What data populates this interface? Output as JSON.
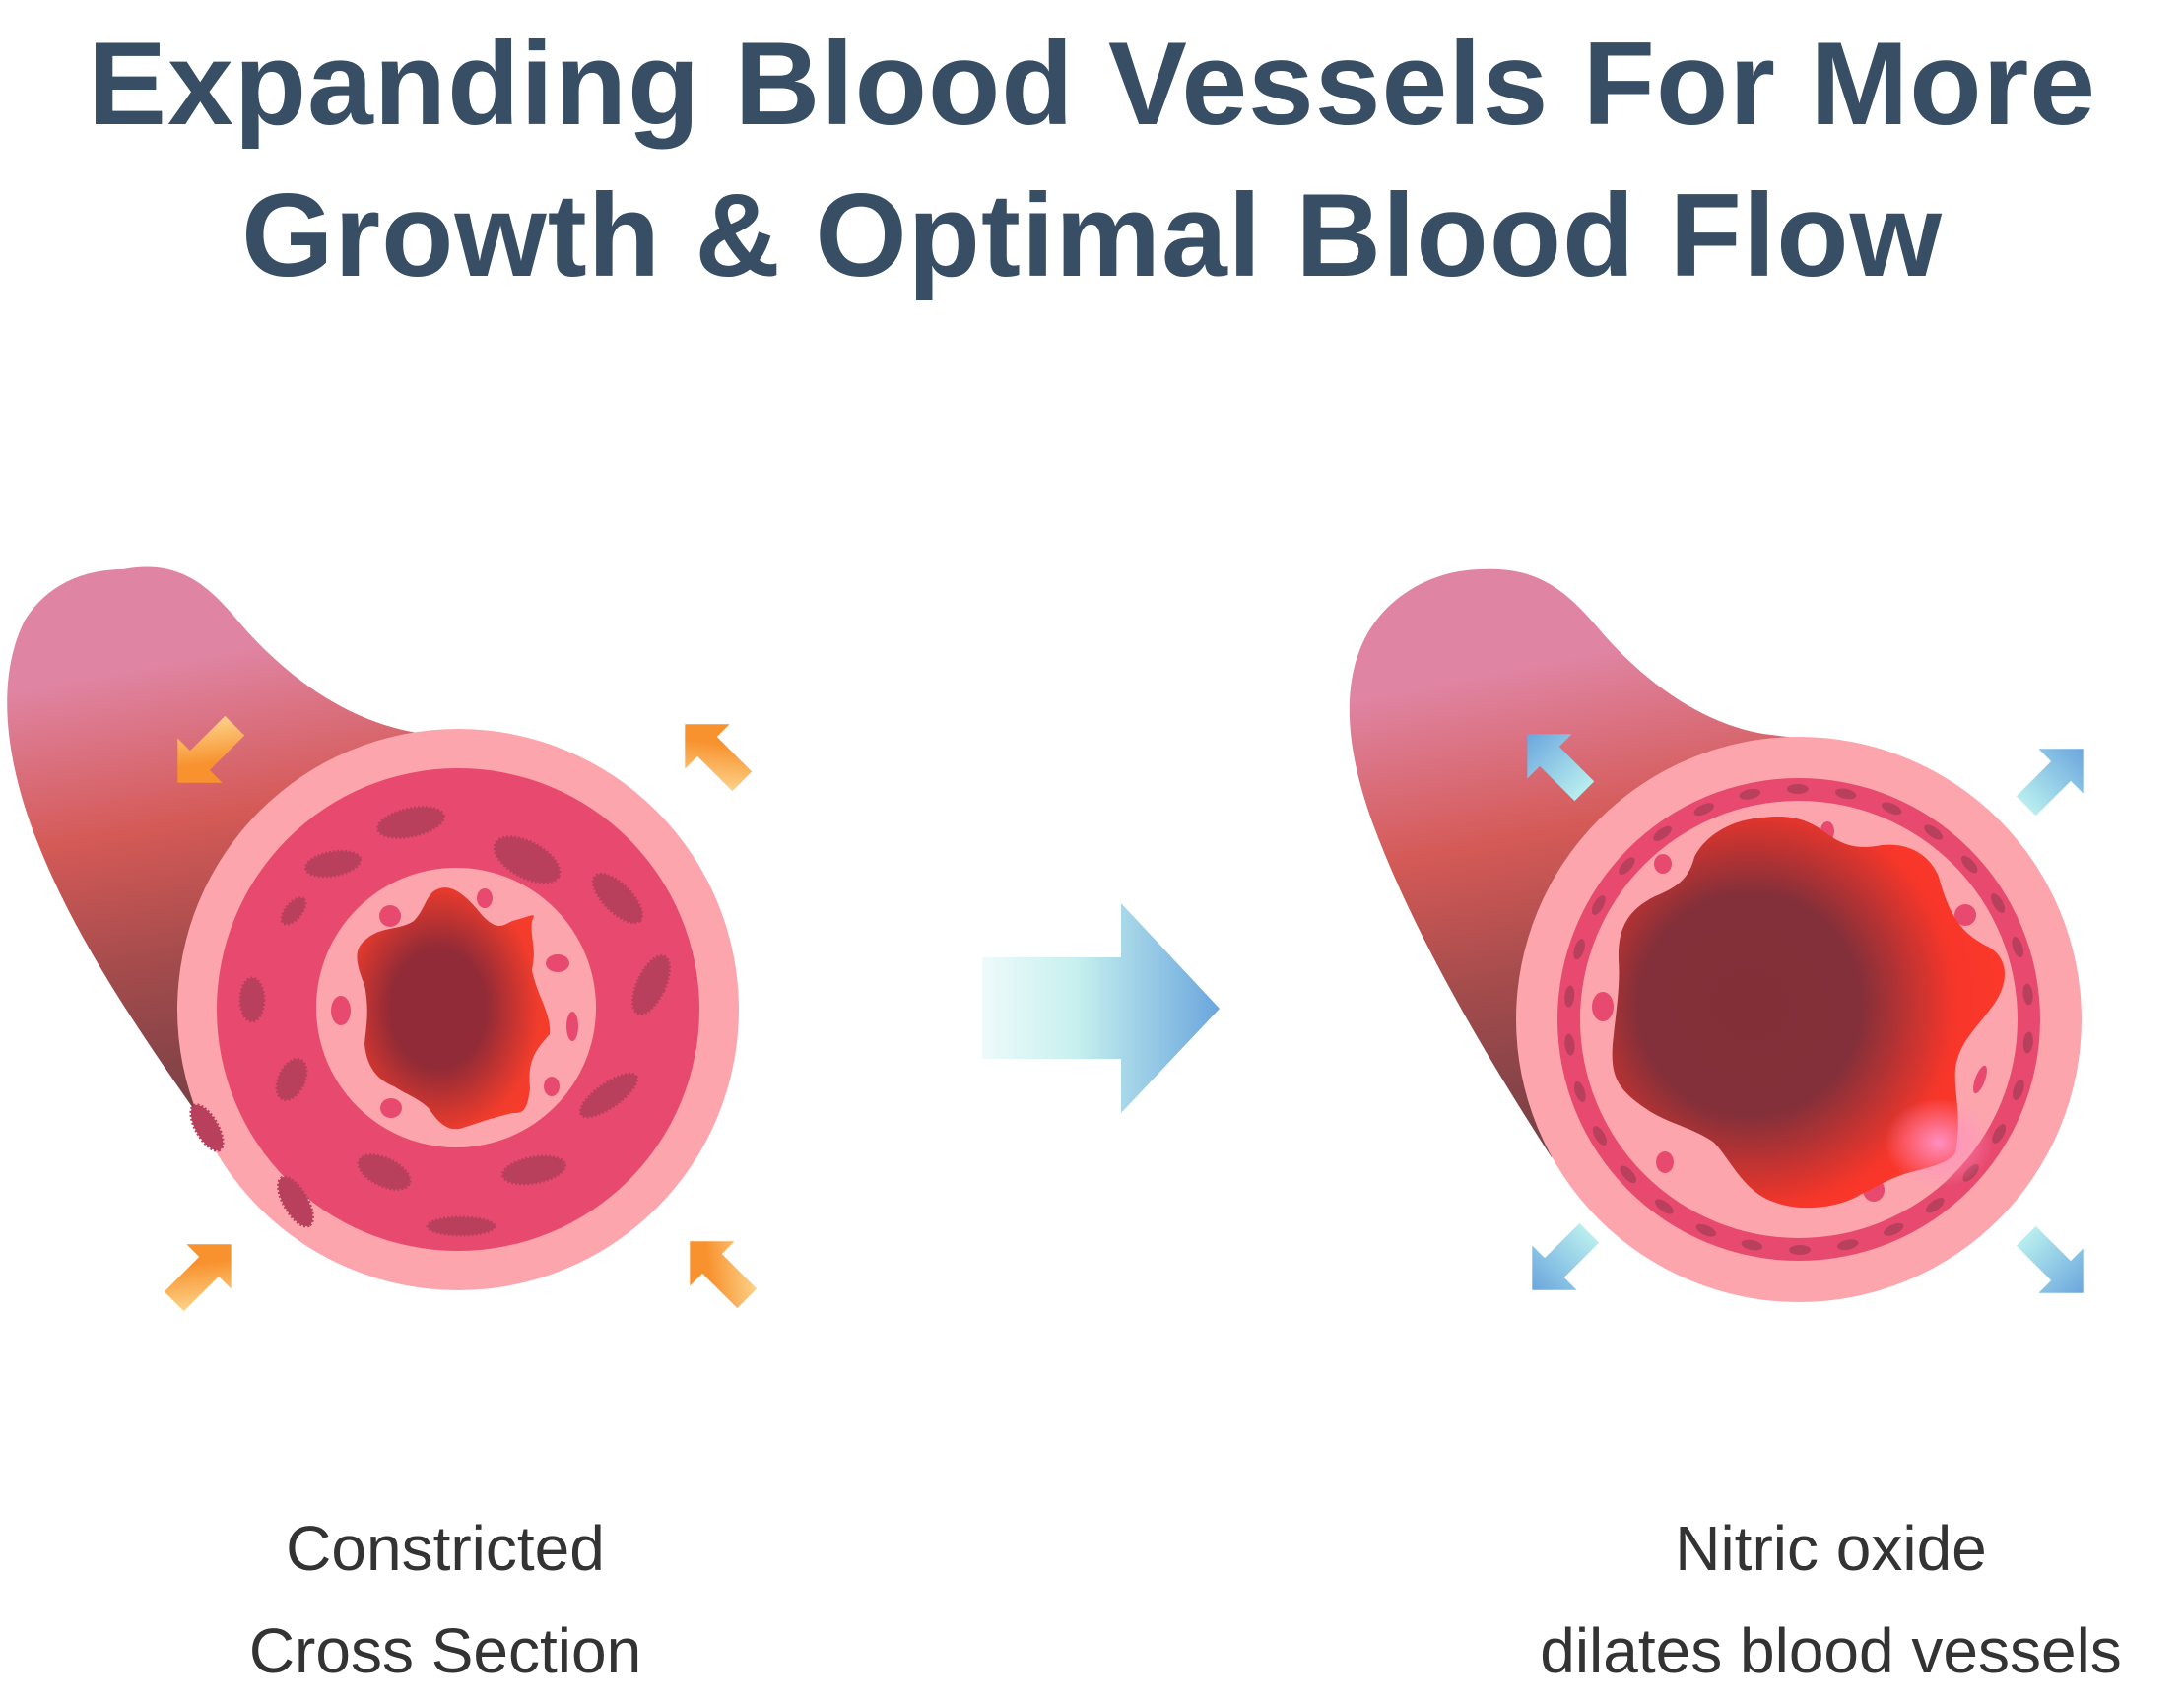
{
  "title": {
    "line1": "Expanding Blood Vessels For More",
    "line2": "Growth & Optimal Blood Flow"
  },
  "panels": [
    {
      "state": "constricted",
      "caption_line1": "Constricted",
      "caption_line2": "Cross Section",
      "arrow_direction": "inward",
      "arrow_color": "#F7922E"
    },
    {
      "state": "dilated",
      "caption_line1": "Nitric oxide",
      "caption_line2": "dilates blood vessels",
      "arrow_direction": "outward",
      "arrow_color": "#6AA8DC"
    }
  ],
  "transition_arrow": {
    "icon": "right-arrow-icon",
    "color_start": "#EAFAFB",
    "color_end": "#6AA6DD"
  },
  "colors": {
    "title": "#374E64",
    "caption": "#333333",
    "adventitia": "#FCA5AD",
    "media": "#E84A6F",
    "cell": "#B8405C",
    "lumen_dark": "#8A2A35",
    "lumen_bright": "#FF3A28"
  }
}
